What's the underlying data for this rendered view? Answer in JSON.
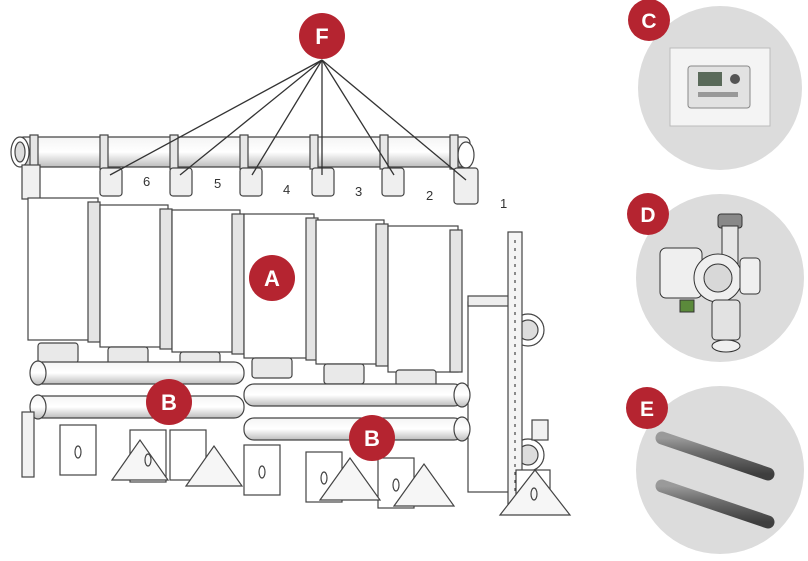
{
  "colors": {
    "badge": "#b52430",
    "badge_text": "#ffffff",
    "line": "#444444",
    "circle_bg": "#dcdcdc"
  },
  "badges": {
    "F": "F",
    "A": "A",
    "B1": "B",
    "B2": "B",
    "C": "C",
    "D": "D",
    "E": "E"
  },
  "boiler_numbers": [
    "6",
    "5",
    "4",
    "3",
    "2",
    "1"
  ],
  "controller_display": "",
  "icons": {
    "controller": "control-panel-icon",
    "pump": "circulation-pump-icon",
    "pipes": "pipe-pair-icon"
  }
}
